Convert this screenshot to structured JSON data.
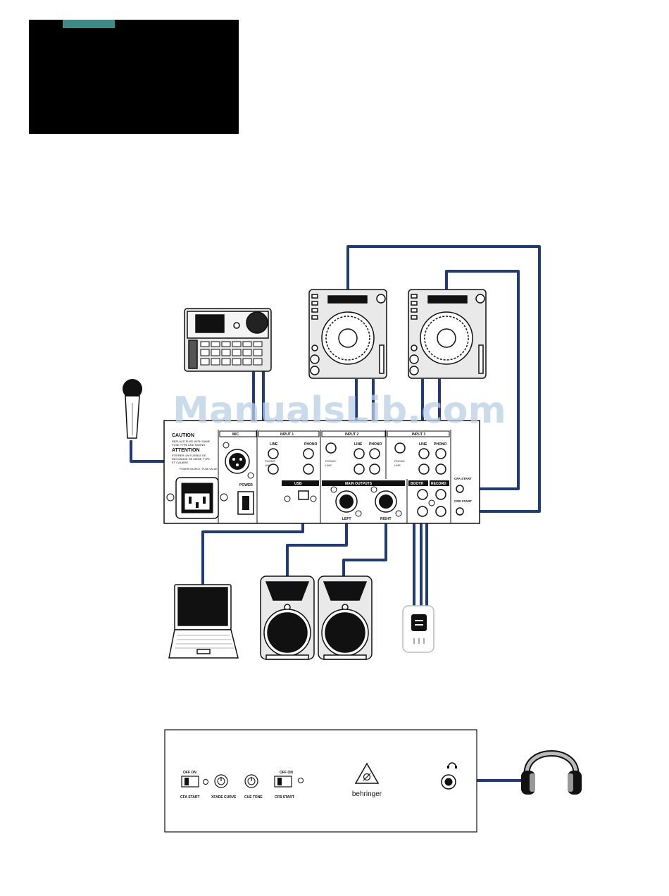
{
  "colors": {
    "cable": "#1f3b7a",
    "header_block": "#000000",
    "header_tab": "#3d8a86",
    "watermark": "#b9cfe6"
  },
  "watermark": "ManualsLib.com",
  "mixer_rear": {
    "caution_title": "CAUTION",
    "caution_text_1": "REPLACE FUSE WITH SAME",
    "caution_text_2": "FUSE TYPE AND RATING",
    "attention_title": "ATTENTION",
    "attention_text_1": "ETIERER UN FUSIBLE DE",
    "attention_text_2": "RECHANGE DE MEME TYPE",
    "attention_text_3": "ET CALIBRE",
    "power_label": "POWER",
    "mic_label": "MIC",
    "input1_label": "INPUT 1",
    "input2_label": "INPUT 2",
    "input3_label": "INPUT 3",
    "line_label": "LINE",
    "phono_label": "PHONO",
    "phono_line_label": "PHONO",
    "line_sub_label": "LINE",
    "usb_label": "USB",
    "main_outputs_label": "MAIN OUTPUTS",
    "left_label": "LEFT",
    "right_label": "RIGHT",
    "booth_label": "BOOTH",
    "record_label": "RECORD",
    "cfa_start_label": "CFA START",
    "cfb_start_label": "CFB START",
    "power_source_label": "POWER SOURCE / FUSE VALUE"
  },
  "mixer_front": {
    "off_on_1": "OFF ON",
    "cfa_start": "CFA START",
    "xfade_curve": "XFADE CURVE",
    "cue_tone": "CUE TONE",
    "off_on_2": "OFF ON",
    "cfb_start": "CFB START",
    "brand": "behringer",
    "headphone_icon": "headphones-icon"
  },
  "devices": {
    "microphone": "microphone-icon",
    "drum_machine": "drum-machine-icon",
    "cd_player_1": "cd-player-icon",
    "cd_player_2": "cd-player-icon",
    "laptop": "laptop-icon",
    "speaker_left": "speaker-icon",
    "speaker_right": "speaker-icon",
    "recorder": "recorder-icon",
    "headphones": "headphones-icon"
  }
}
